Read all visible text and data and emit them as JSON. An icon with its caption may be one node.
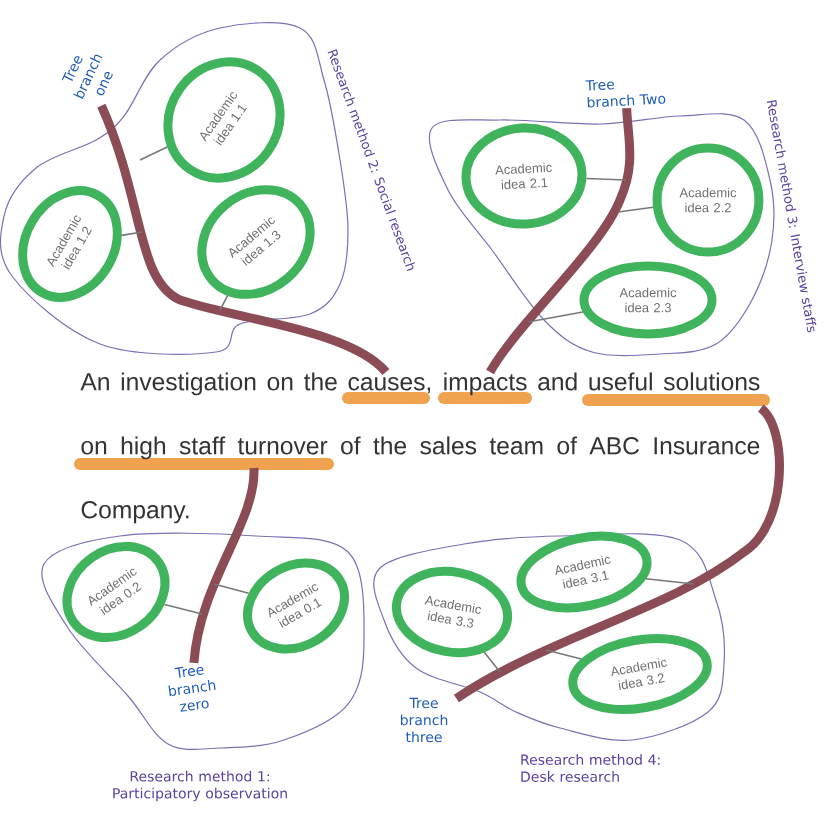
{
  "diagram": {
    "nodes": [
      {
        "text": [
          "Research method 2: Social research"
        ]
      },
      {
        "text": [
          "Academic idea 1.1"
        ],
        "in": 0
      },
      {
        "text": [
          "Academic idea 1.2"
        ],
        "in": 0
      },
      {
        "text": [
          "Academic idea 1.3"
        ],
        "in": 0
      },
      {
        "text": [
          "Tree branch one"
        ]
      },
      {
        "text": [
          "Research method 3: Interview staffs"
        ]
      },
      {
        "text": [
          "Academic idea 2.1"
        ],
        "in": 5
      },
      {
        "text": [
          "Academic idea 2.2"
        ],
        "in": 5
      },
      {
        "text": [
          "Academic idea 2.3"
        ],
        "in": 5
      },
      {
        "text": [
          "Tree branch Two"
        ]
      },
      {
        "text": [
          "An investigation on the causes, impacts and useful solutions on high staff turnover of the sales team of ABC Insurance Company."
        ]
      },
      {
        "text": [
          "Research method 1: Participatory observation"
        ]
      },
      {
        "text": [
          "Academic idea 0.2"
        ],
        "in": 11
      },
      {
        "text": [
          "Academic idea 0.1"
        ],
        "in": 11
      },
      {
        "text": [
          "Tree branch zero"
        ],
        "in": 11
      },
      {
        "text": [
          "Research method 4: Desk research"
        ]
      },
      {
        "text": [
          "Academic idea 3.1"
        ],
        "in": 15
      },
      {
        "text": [
          "Academic idea 3.3"
        ],
        "in": 15
      },
      {
        "text": [
          "Academic idea 3.2"
        ],
        "in": 15
      },
      {
        "text": [
          "Tree branch three"
        ]
      }
    ],
    "edges": [
      {
        "from": 10,
        "to": 4,
        "arrow": "none",
        "style": "thick",
        "color": "#8b4c55"
      },
      {
        "from": 10,
        "to": 9,
        "arrow": "none",
        "style": "thick",
        "color": "#8b4c55"
      },
      {
        "from": 10,
        "to": 14,
        "arrow": "none",
        "style": "thick",
        "color": "#8b4c55"
      },
      {
        "from": 10,
        "to": 19,
        "arrow": "none",
        "style": "thick",
        "color": "#8b4c55"
      },
      {
        "from": 1,
        "to": null,
        "arrow": "none"
      },
      {
        "from": 2,
        "to": null,
        "arrow": "none"
      },
      {
        "from": 3,
        "to": null,
        "arrow": "none"
      },
      {
        "from": 6,
        "to": null,
        "arrow": "none"
      },
      {
        "from": 7,
        "to": null,
        "arrow": "none"
      },
      {
        "from": 8,
        "to": null,
        "arrow": "none"
      },
      {
        "from": 12,
        "to": null,
        "arrow": "none"
      },
      {
        "from": 13,
        "to": null,
        "arrow": "none"
      },
      {
        "from": 16,
        "to": null,
        "arrow": "none"
      },
      {
        "from": 17,
        "to": null,
        "arrow": "none"
      },
      {
        "from": 18,
        "to": null,
        "arrow": "none"
      }
    ]
  }
}
